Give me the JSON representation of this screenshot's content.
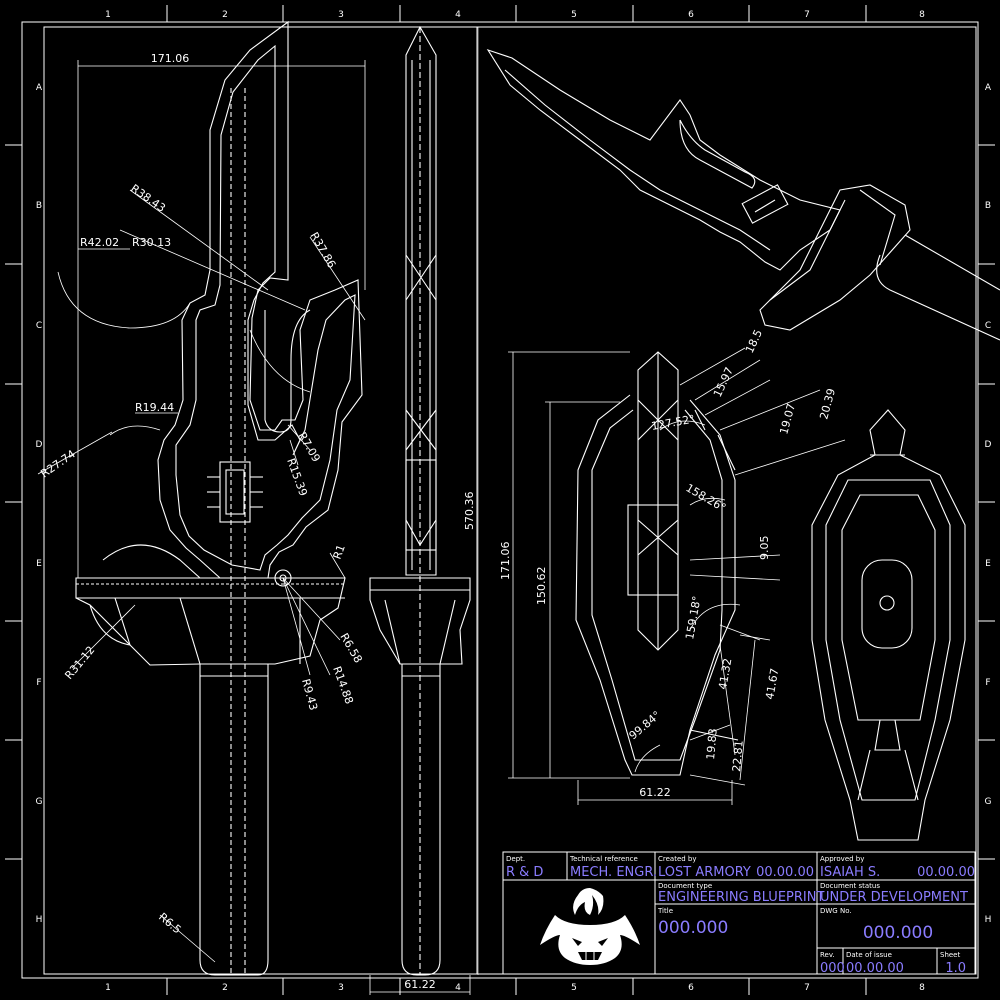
{
  "grid": {
    "columns": [
      "1",
      "2",
      "3",
      "4",
      "5",
      "6",
      "7",
      "8"
    ],
    "rows": [
      "A",
      "B",
      "C",
      "D",
      "E",
      "F",
      "G",
      "H"
    ]
  },
  "dimensions": {
    "d_171_06_top": "171.06",
    "r38_43": "R38.43",
    "r42_02": "R42.02",
    "r30_13": "R30.13",
    "r37_86": "R37.86",
    "r19_44": "R19.44",
    "r27_74": "R27.74",
    "r7_09": "R7.09",
    "r15_39": "R15.39",
    "r1": "R1",
    "r31_12": "R31.12",
    "r6_58": "R6.58",
    "r14_88": "R14.88",
    "r9_43": "R9.43",
    "r6_5": "R6.5",
    "d_570_36": "570.36",
    "d_61_22_side": "61.22",
    "d_171_06_left": "171.06",
    "d_150_62": "150.62",
    "d_18_5": "18.5",
    "d_15_97": "15.97",
    "a_127_52": "127.52°",
    "d_19_07": "19.07",
    "d_20_39": "20.39",
    "a_158_26": "158.26°",
    "d_9_05": "9.05",
    "a_159_18": "159.18°",
    "d_41_32": "41.32",
    "d_41_67": "41.67",
    "a_99_84": "99.84°",
    "d_19_83": "19.83",
    "d_22_81": "22.81",
    "d_61_22_guard": "61.22"
  },
  "title_block": {
    "dept_label": "Dept.",
    "dept_value": "R & D",
    "tech_ref_label": "Technical reference",
    "tech_ref_value": "MECH. ENGR.",
    "created_by_label": "Created by",
    "created_by_value": "LOST ARMORY",
    "created_date": "00.00.00",
    "approved_by_label": "Approved by",
    "approved_by_value": "ISAIAH S.",
    "approved_date": "00.00.00",
    "doc_type_label": "Document type",
    "doc_type_value": "ENGINEERING BLUEPRINT",
    "doc_status_label": "Document status",
    "doc_status_value": "UNDER DEVELOPMENT",
    "title_label": "Title",
    "title_value": "000.000",
    "dwg_no_label": "DWG No.",
    "dwg_no_value": "000.000",
    "rev_label": "Rev.",
    "rev_value": "000",
    "date_issue_label": "Date of issue",
    "date_issue_value": "00.00.00",
    "sheet_label": "Sheet",
    "sheet_value": "1.0"
  },
  "colors": {
    "background": "#000000",
    "lines": "#ffffff",
    "accent": "#8a7cff"
  }
}
